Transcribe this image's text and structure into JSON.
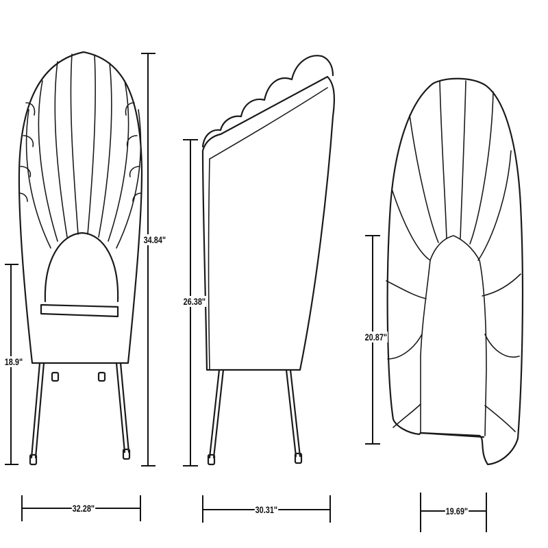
{
  "dimensions": {
    "front_width": "32.28\"",
    "front_height": "34.84\"",
    "seat_height": "18.9\"",
    "side_depth": "30.31\"",
    "side_height": "26.38\"",
    "top_width": "19.69\"",
    "top_depth": "20.87\""
  },
  "colors": {
    "line": "#1a1a1a",
    "background": "#ffffff"
  }
}
